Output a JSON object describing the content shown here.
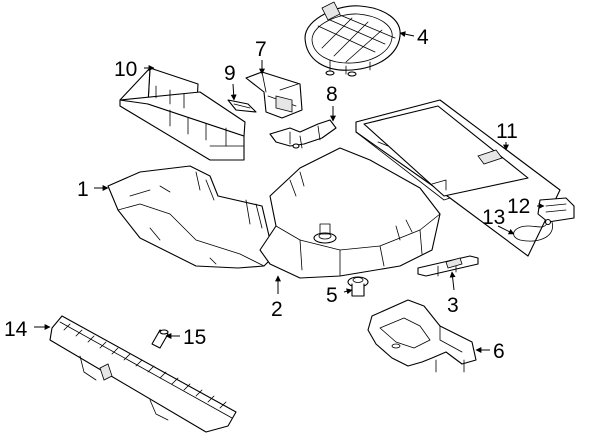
{
  "callouts": [
    {
      "id": "1",
      "label": "1"
    },
    {
      "id": "2",
      "label": "2"
    },
    {
      "id": "3",
      "label": "3"
    },
    {
      "id": "4",
      "label": "4"
    },
    {
      "id": "5",
      "label": "5"
    },
    {
      "id": "6",
      "label": "6"
    },
    {
      "id": "7",
      "label": "7"
    },
    {
      "id": "8",
      "label": "8"
    },
    {
      "id": "9",
      "label": "9"
    },
    {
      "id": "10",
      "label": "10"
    },
    {
      "id": "11",
      "label": "11"
    },
    {
      "id": "12",
      "label": "12"
    },
    {
      "id": "13",
      "label": "13"
    },
    {
      "id": "14",
      "label": "14"
    },
    {
      "id": "15",
      "label": "15"
    }
  ],
  "colors": {
    "line": "#000000",
    "background": "#ffffff",
    "shade": "#e6e6e6"
  }
}
